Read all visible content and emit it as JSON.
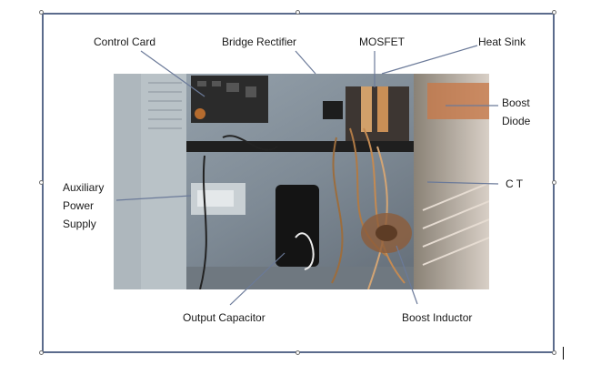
{
  "labels": {
    "control_card": "Control Card",
    "bridge_rectifier": "Bridge Rectifier",
    "mosfet": "MOSFET",
    "heat_sink": "Heat Sink",
    "boost_diode_line1": "Boost",
    "boost_diode_line2": "Diode",
    "aux_line1": "Auxiliary",
    "aux_line2": "Power",
    "aux_line3": "Supply",
    "ct": "C T",
    "output_capacitor": "Output Capacitor",
    "boost_inductor": "Boost Inductor"
  },
  "colors": {
    "frame": "#5b6b8c",
    "leader": "#6b7a99"
  }
}
